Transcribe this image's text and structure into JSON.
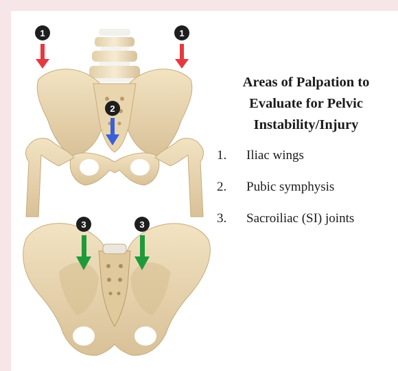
{
  "title_lines": [
    "Areas of Palpation to",
    "Evaluate for Pelvic",
    "Instability/Injury"
  ],
  "items": [
    {
      "num": "1.",
      "label": "Iliac wings"
    },
    {
      "num": "2.",
      "label": "Pubic symphysis"
    },
    {
      "num": "3.",
      "label": "Sacroiliac (SI) joints"
    }
  ],
  "markers": {
    "iliac": "1",
    "pubic": "2",
    "si": "3"
  },
  "colors": {
    "background": "#f7e6e8",
    "bone": "#e7d3ad",
    "iliac_arrow": "#e8383f",
    "pubic_arrow": "#3b5fd8",
    "si_arrow": "#1f9a3a",
    "marker_badge": "#1e1e1e"
  },
  "icons": {
    "iliac": "down-arrow-icon",
    "pubic": "down-arrow-icon",
    "si": "down-arrow-icon"
  }
}
